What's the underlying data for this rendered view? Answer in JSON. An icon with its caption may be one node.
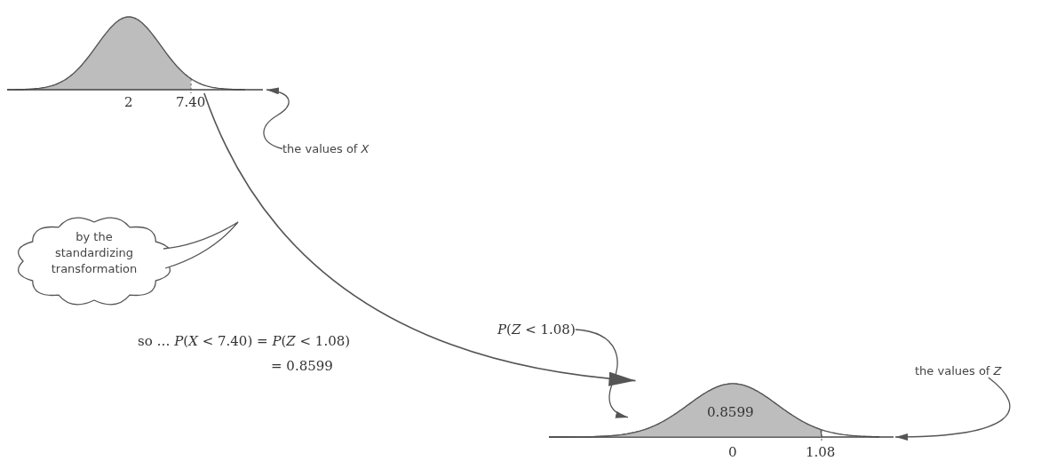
{
  "diagram": {
    "nodes": [
      {
        "text": [],
        "shape": "picture"
      },
      {
        "text": [
          "the values of *X*"
        ]
      },
      {
        "text": [
          "by the standardizing transformation"
        ]
      },
      {
        "text": [
          "*P*(*Z* < 1.08)"
        ]
      },
      {
        "text": [],
        "shape": "picture"
      },
      {
        "text": [
          "0.8599"
        ],
        "in": 4
      },
      {
        "text": [
          "the values of *Z*"
        ]
      }
    ],
    "edges": [
      {
        "from": 0,
        "to": 4,
        "arrow": "to"
      },
      {
        "from": 1,
        "to": 0,
        "arrow": "to"
      },
      {
        "from": 3,
        "to": 5,
        "arrow": "to"
      },
      {
        "from": 6,
        "to": 4,
        "arrow": "to"
      }
    ],
    "labels": [
      "2",
      "7.40",
      "so … *P*(*X* < 7.40) = *P*(*Z* < 1.08)",
      "= 0.8599",
      "0",
      "1.08"
    ]
  }
}
